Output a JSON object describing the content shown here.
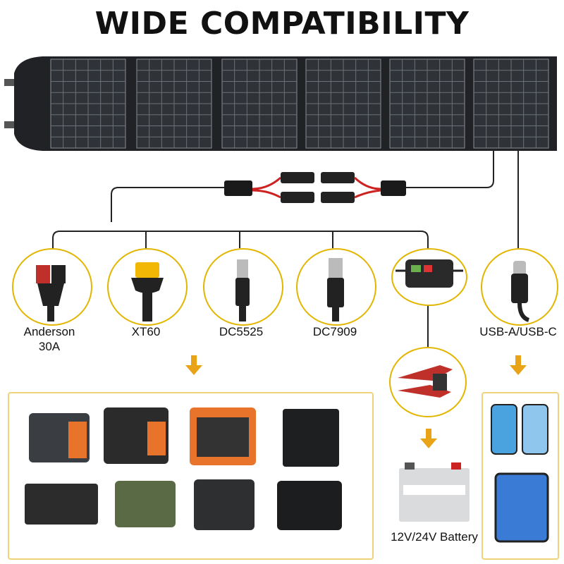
{
  "title": "WIDE COMPATIBILITY",
  "connectors": [
    {
      "label": "Anderson\n30A",
      "icon": "anderson-connector-icon"
    },
    {
      "label": "XT60",
      "icon": "xt60-connector-icon"
    },
    {
      "label": "DC5525",
      "icon": "dc5525-plug-icon"
    },
    {
      "label": "DC7909",
      "icon": "dc7909-plug-icon"
    },
    {
      "label": "",
      "icon": "charge-controller-icon"
    },
    {
      "label": "USB-A/USB-C",
      "icon": "usb-c-plug-icon"
    }
  ],
  "battery_label": "12V/24V Battery",
  "colors": {
    "accent": "#e8a317",
    "circle_border": "#e2b600",
    "box_border": "#f0d27a",
    "panel": "#1d1f22"
  }
}
